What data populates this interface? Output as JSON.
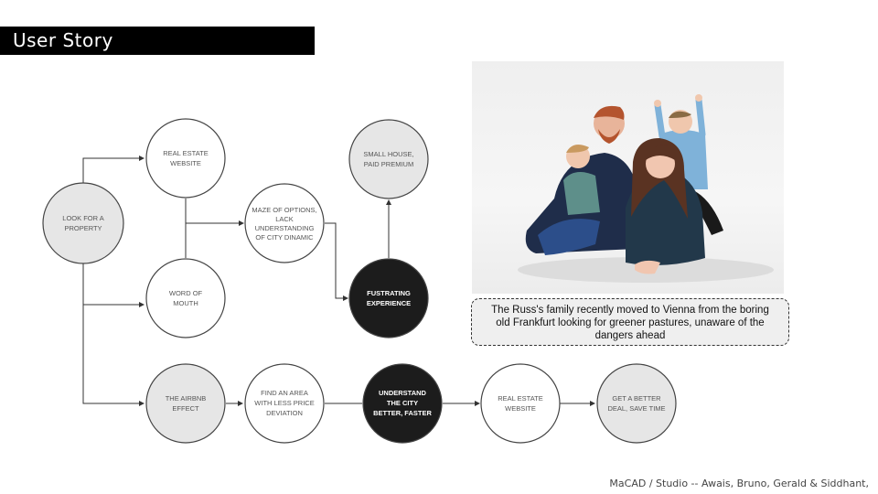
{
  "header": {
    "title": "User Story"
  },
  "diagram": {
    "nodes": {
      "look_for_property": [
        "LOOK FOR A",
        "PROPERTY"
      ],
      "real_estate_website_top": [
        "REAL ESTATE",
        "WEBSITE"
      ],
      "word_of_mouth": [
        "WORD OF",
        "MOUTH"
      ],
      "maze_of_options": [
        "MAZE OF OPTIONS,",
        "LACK",
        "UNDERSTANDING",
        "OF CITY DINAMIC"
      ],
      "small_house": [
        "SMALL HOUSE,",
        "PAID PREMIUM"
      ],
      "frustrating_experience": [
        "FUSTRATING",
        "EXPERIENCE"
      ],
      "airbnb_effect": [
        "THE AIRBNB",
        "EFFECT"
      ],
      "find_area": [
        "FIND AN AREA",
        "WITH LESS PRICE",
        "DEVIATION"
      ],
      "understand_city": [
        "UNDERSTAND",
        "THE CITY",
        "BETTER, FASTER"
      ],
      "real_estate_website_bottom": [
        "REAL ESTATE",
        "WEBSITE"
      ],
      "better_deal": [
        "GET A BETTER",
        "DEAL, SAVE TIME"
      ]
    }
  },
  "photo": {
    "description": "family-portrait"
  },
  "caption": {
    "text": "The Russ's family recently moved to Vienna from the boring old Frankfurt looking for greener pastures, unaware of the dangers ahead"
  },
  "footer": {
    "credit": "MaCAD / Studio -- Awais, Bruno, Gerald & Siddhant,"
  }
}
